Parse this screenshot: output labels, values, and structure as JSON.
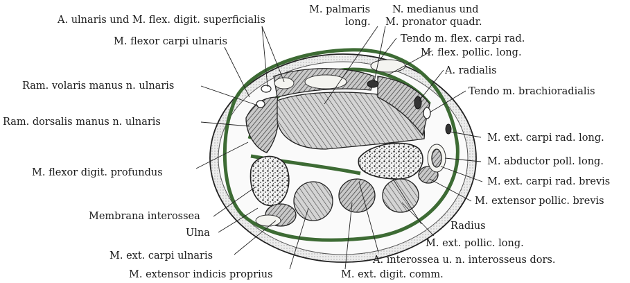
{
  "labels": {
    "a_ulnaris": "A. ulnaris und M. flex. digit. superficialis",
    "m_palmaris_1": "M. palmaris",
    "m_palmaris_2": "long.",
    "n_medianus_1": "N. medianus und",
    "n_medianus_2": "M. pronator quadr.",
    "tendo_flex_carpi_rad": "Tendo m. flex. carpi rad.",
    "m_flex_pollic_long": "M. flex. pollic. long.",
    "m_flexor_carpi_ulnaris": "M. flexor carpi ulnaris",
    "a_radialis": "A. radialis",
    "ram_volaris": "Ram. volaris manus n. ulnaris",
    "tendo_brachioradialis": "Tendo m. brachioradialis",
    "ram_dorsalis": "Ram. dorsalis manus n. ulnaris",
    "m_ext_carpi_rad_long": "M. ext. carpi rad. long.",
    "m_flexor_digit_profundus": "M. flexor digit. profundus",
    "m_abductor_poll_long": "M. abductor poll. long.",
    "m_ext_carpi_rad_brevis": "M. ext. carpi rad. brevis",
    "m_extensor_pollic_brevis": "M. extensor pollic. brevis",
    "membrana_interossea": "Membrana interossea",
    "ulna": "Ulna",
    "radius": "Radius",
    "m_ext_pollic_long": "M. ext. pollic. long.",
    "m_ext_carpi_ulnaris": "M. ext. carpi ulnaris",
    "a_interossea": "A. interossea u. n. interosseus dors.",
    "m_extensor_indicis": "M. extensor indicis proprius",
    "m_ext_digit_comm": "M. ext. digit. comm."
  },
  "colors": {
    "fascia": "#3d6b34",
    "ink": "#1a1a1a",
    "background": "#ffffff"
  }
}
